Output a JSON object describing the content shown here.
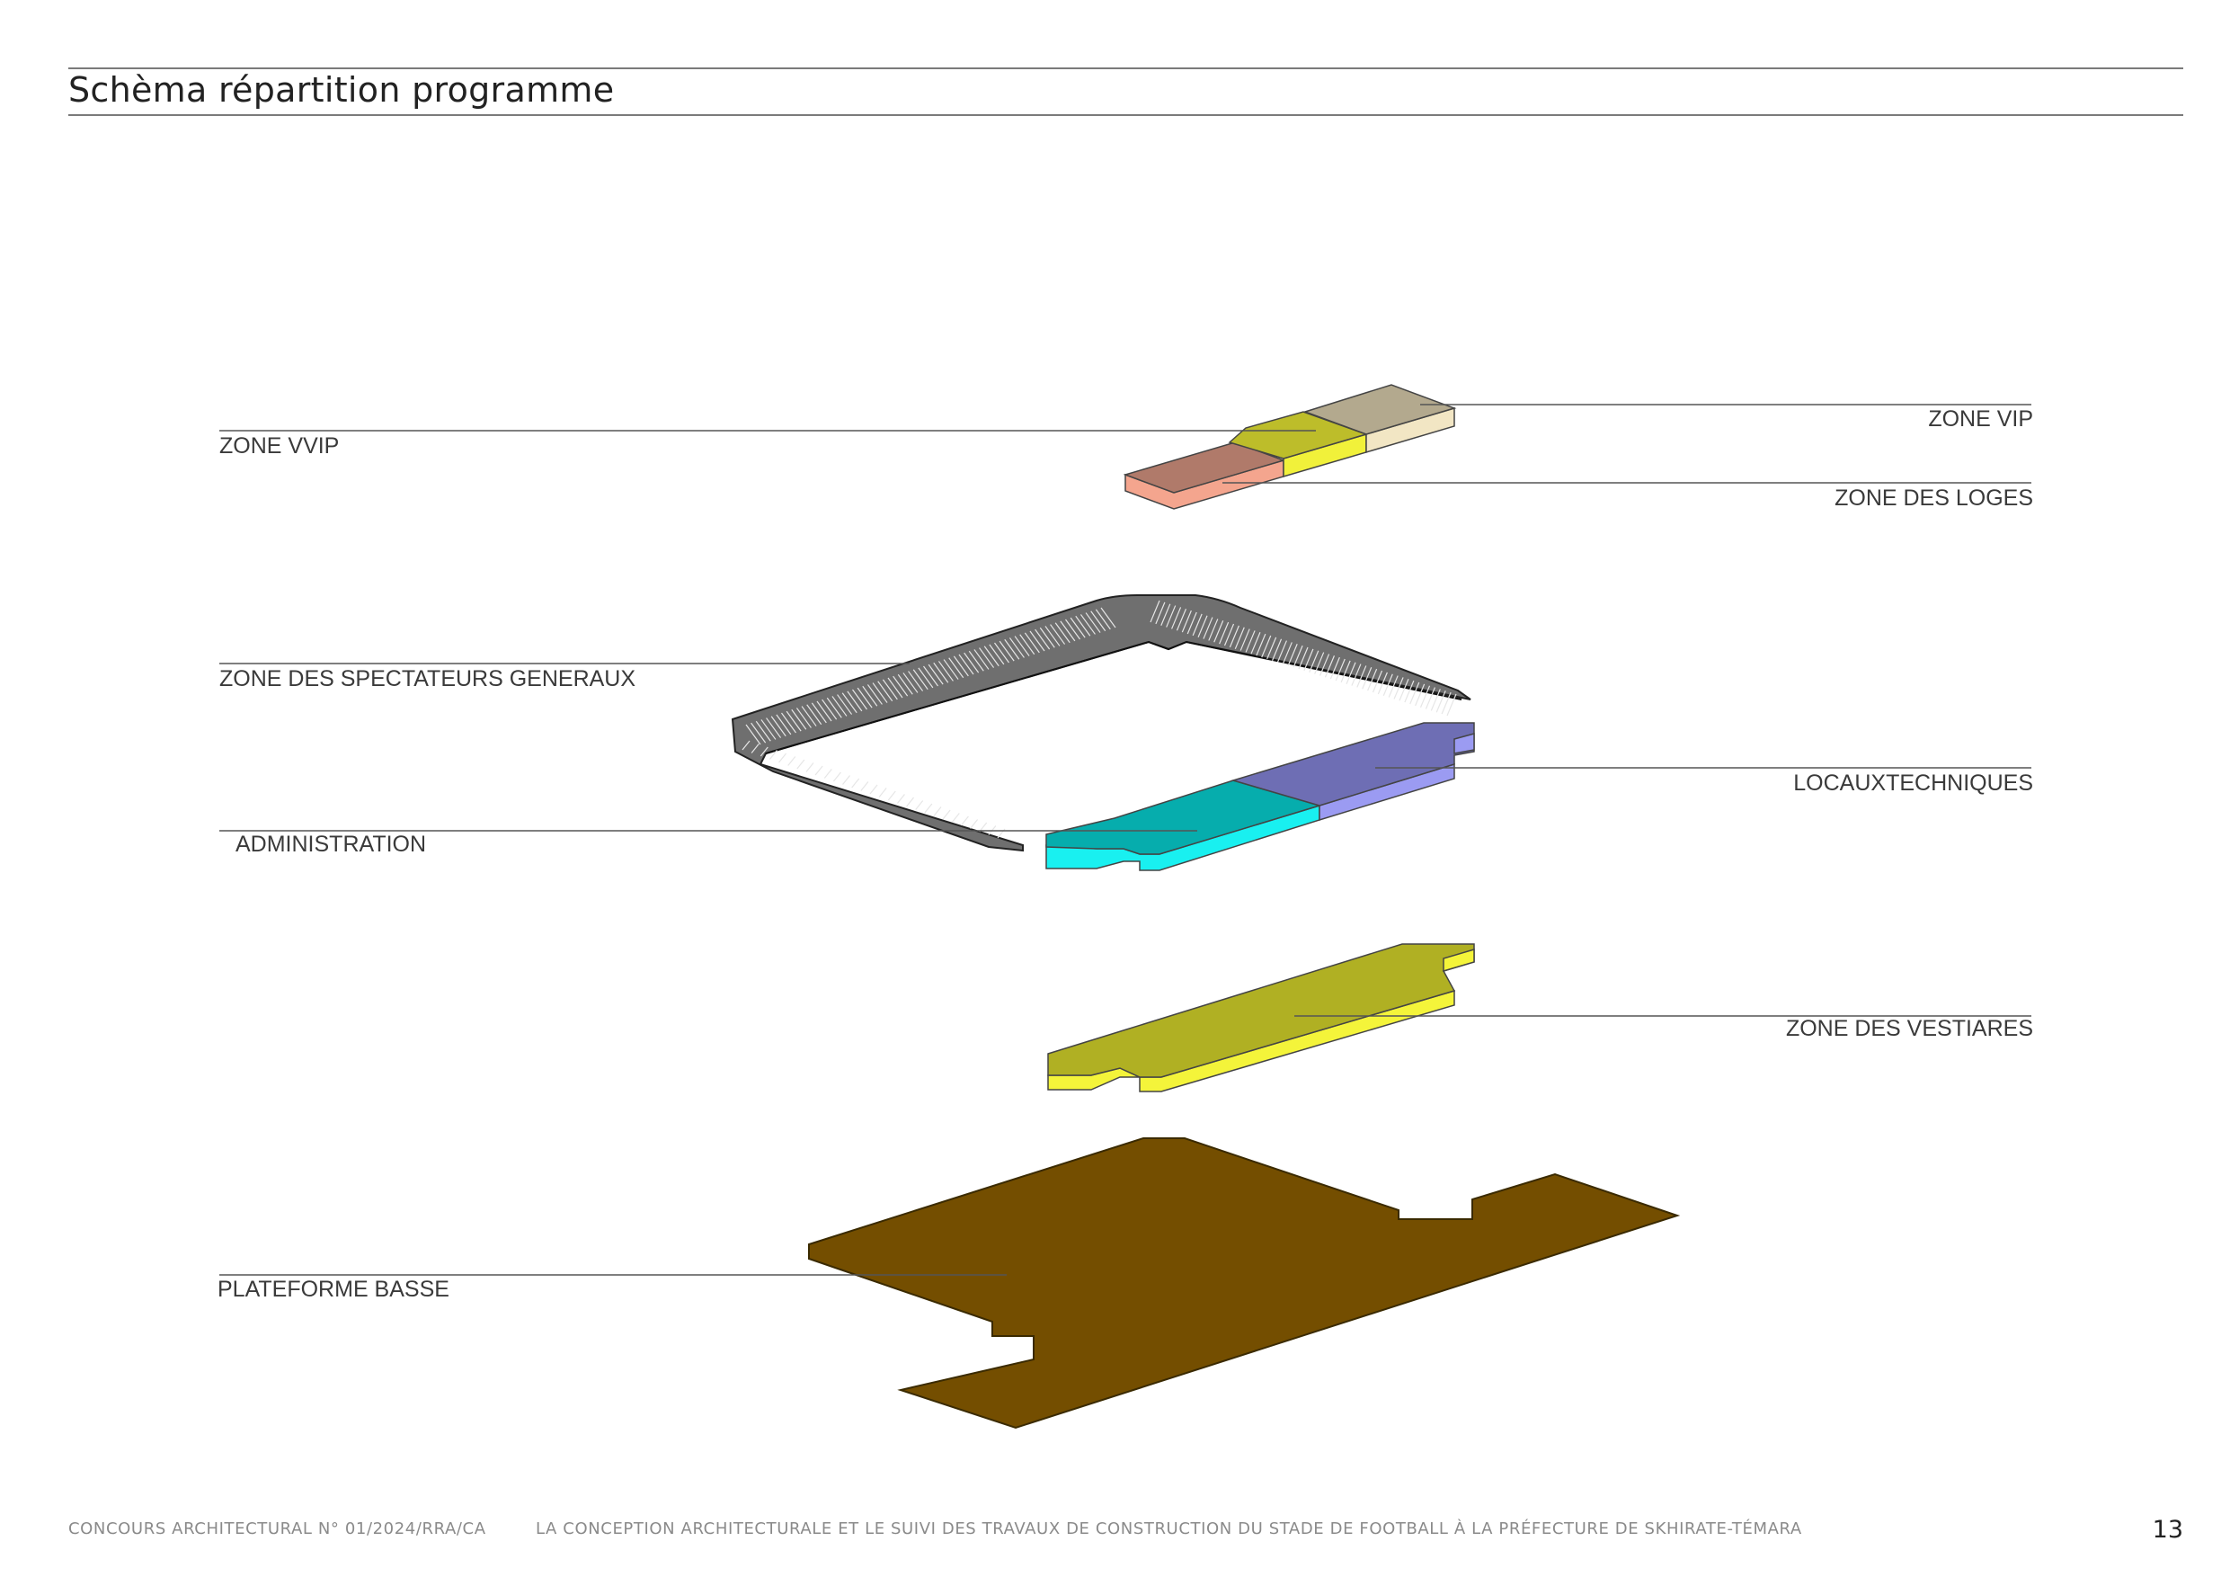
{
  "header": {
    "title": "Schèma répartition programme"
  },
  "labels": {
    "zone_vvip": "ZONE VVIP",
    "zone_vip": "ZONE VIP",
    "zone_loges": "ZONE DES LOGES",
    "zone_spectateurs": "ZONE DES SPECTATEURS GENERAUX",
    "locaux_techniques": "LOCAUXTECHNIQUES",
    "administration": "ADMINISTRATION",
    "zone_vestiares": "ZONE DES VESTIARES",
    "plateforme_basse": "PLATEFORME BASSE"
  },
  "colors": {
    "vvip": "#bdbd2a",
    "vvip_side": "#f1f13a",
    "vip": "#b3a98e",
    "vip_side": "#f2e6c4",
    "loges": "#b07a6a",
    "loges_side": "#f4a58e",
    "stand": "#6f6f6f",
    "administration": "#06adad",
    "administration_side": "#19f0f0",
    "locaux": "#6e6eb4",
    "locaux_side": "#9b9bf2",
    "vestiares": "#b0b023",
    "vestiares_side": "#f4f43a",
    "plateforme": "#744e00"
  },
  "footer": {
    "reference": "CONCOURS ARCHITECTURAL N° 01/2024/RRA/CA",
    "description": "LA CONCEPTION ARCHITECTURALE ET LE SUIVI DES TRAVAUX DE CONSTRUCTION DU STADE DE FOOTBALL À LA PRÉFECTURE DE SKHIRATE-TÉMARA",
    "page_number": "13"
  }
}
